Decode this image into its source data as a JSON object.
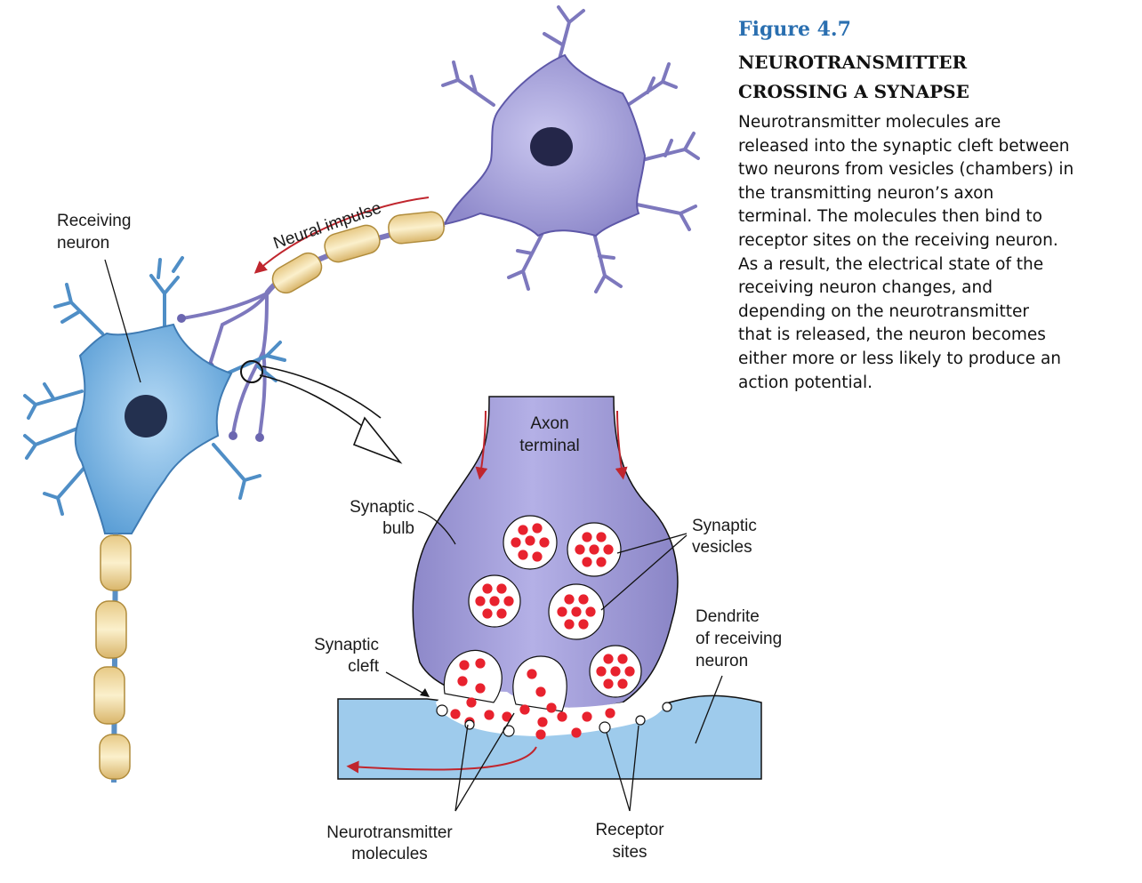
{
  "figure": {
    "number": "Figure 4.7",
    "title_lines": [
      "NEUROTRANSMITTER",
      "CROSSING A SYNAPSE"
    ],
    "caption_lines": [
      "Neurotransmitter molecules are",
      "released into the synaptic cleft between",
      "two neurons from vesicles (chambers) in",
      "the transmitting neuron’s axon",
      "terminal. The molecules then bind to",
      "receptor sites on the receiving neuron.",
      "As a result, the electrical state of the",
      "receiving neuron changes, and",
      "depending on the neurotransmitter",
      "that is released, the neuron becomes",
      "either more or less likely to produce an",
      "action potential."
    ]
  },
  "labels": {
    "receiving_neuron": [
      "Receiving",
      "neuron"
    ],
    "neural_impulse": "Neural impulse",
    "axon_terminal": [
      "Axon",
      "terminal"
    ],
    "synaptic_bulb": [
      "Synaptic",
      "bulb"
    ],
    "synaptic_vesicles": [
      "Synaptic",
      "vesicles"
    ],
    "dendrite": [
      "Dendrite",
      "of receiving",
      "neuron"
    ],
    "synaptic_cleft": [
      "Synaptic",
      "cleft"
    ],
    "neurotransmitter_molecules": [
      "Neurotransmitter",
      "molecules"
    ],
    "receptor_sites": [
      "Receptor",
      "sites"
    ]
  },
  "colors": {
    "caption_heading": "#2a6fb0",
    "transmitting_neuron": "#a8a4dc",
    "receiving_neuron": "#7fb6e4",
    "myelin": "#f3dfa6",
    "molecule": "#e8222e",
    "impulse_arrow": "#c0262e",
    "dendrite_fill": "#9ecbec"
  }
}
